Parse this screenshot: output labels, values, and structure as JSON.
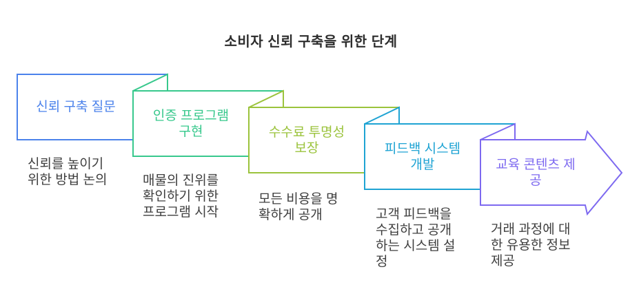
{
  "title": "소비자 신뢰 구축을 위한 단계",
  "title_color": "#2d2d2d",
  "description_color": "#3e3e3e",
  "background_color": "#ffffff",
  "steps": [
    {
      "title": "신뢰 구축 질문",
      "description": "신뢰를 높이기\n위한 방법 논의",
      "color": "#4b82eb",
      "shape": "rectangle"
    },
    {
      "title": "인증 프로그램\n구현",
      "description": "매물의 진위를\n확인하기 위한\n프로그램 시작",
      "color": "#37c88c",
      "shape": "folded-banner"
    },
    {
      "title": "수수료 투명성\n보장",
      "description": "모든 비용을 명\n확하게 공개",
      "color": "#9bc33c",
      "shape": "folded-banner"
    },
    {
      "title": "피드백 시스템\n개발",
      "description": "고객 피드백을\n수집하고 공개\n하는 시스템 설\n정",
      "color": "#1ea3d3",
      "shape": "folded-banner"
    },
    {
      "title": "교육 콘텐츠 제\n공",
      "description": "거래 과정에 대\n한 유용한 정보\n제공",
      "color": "#7d69f0",
      "shape": "folded-arrow"
    }
  ]
}
